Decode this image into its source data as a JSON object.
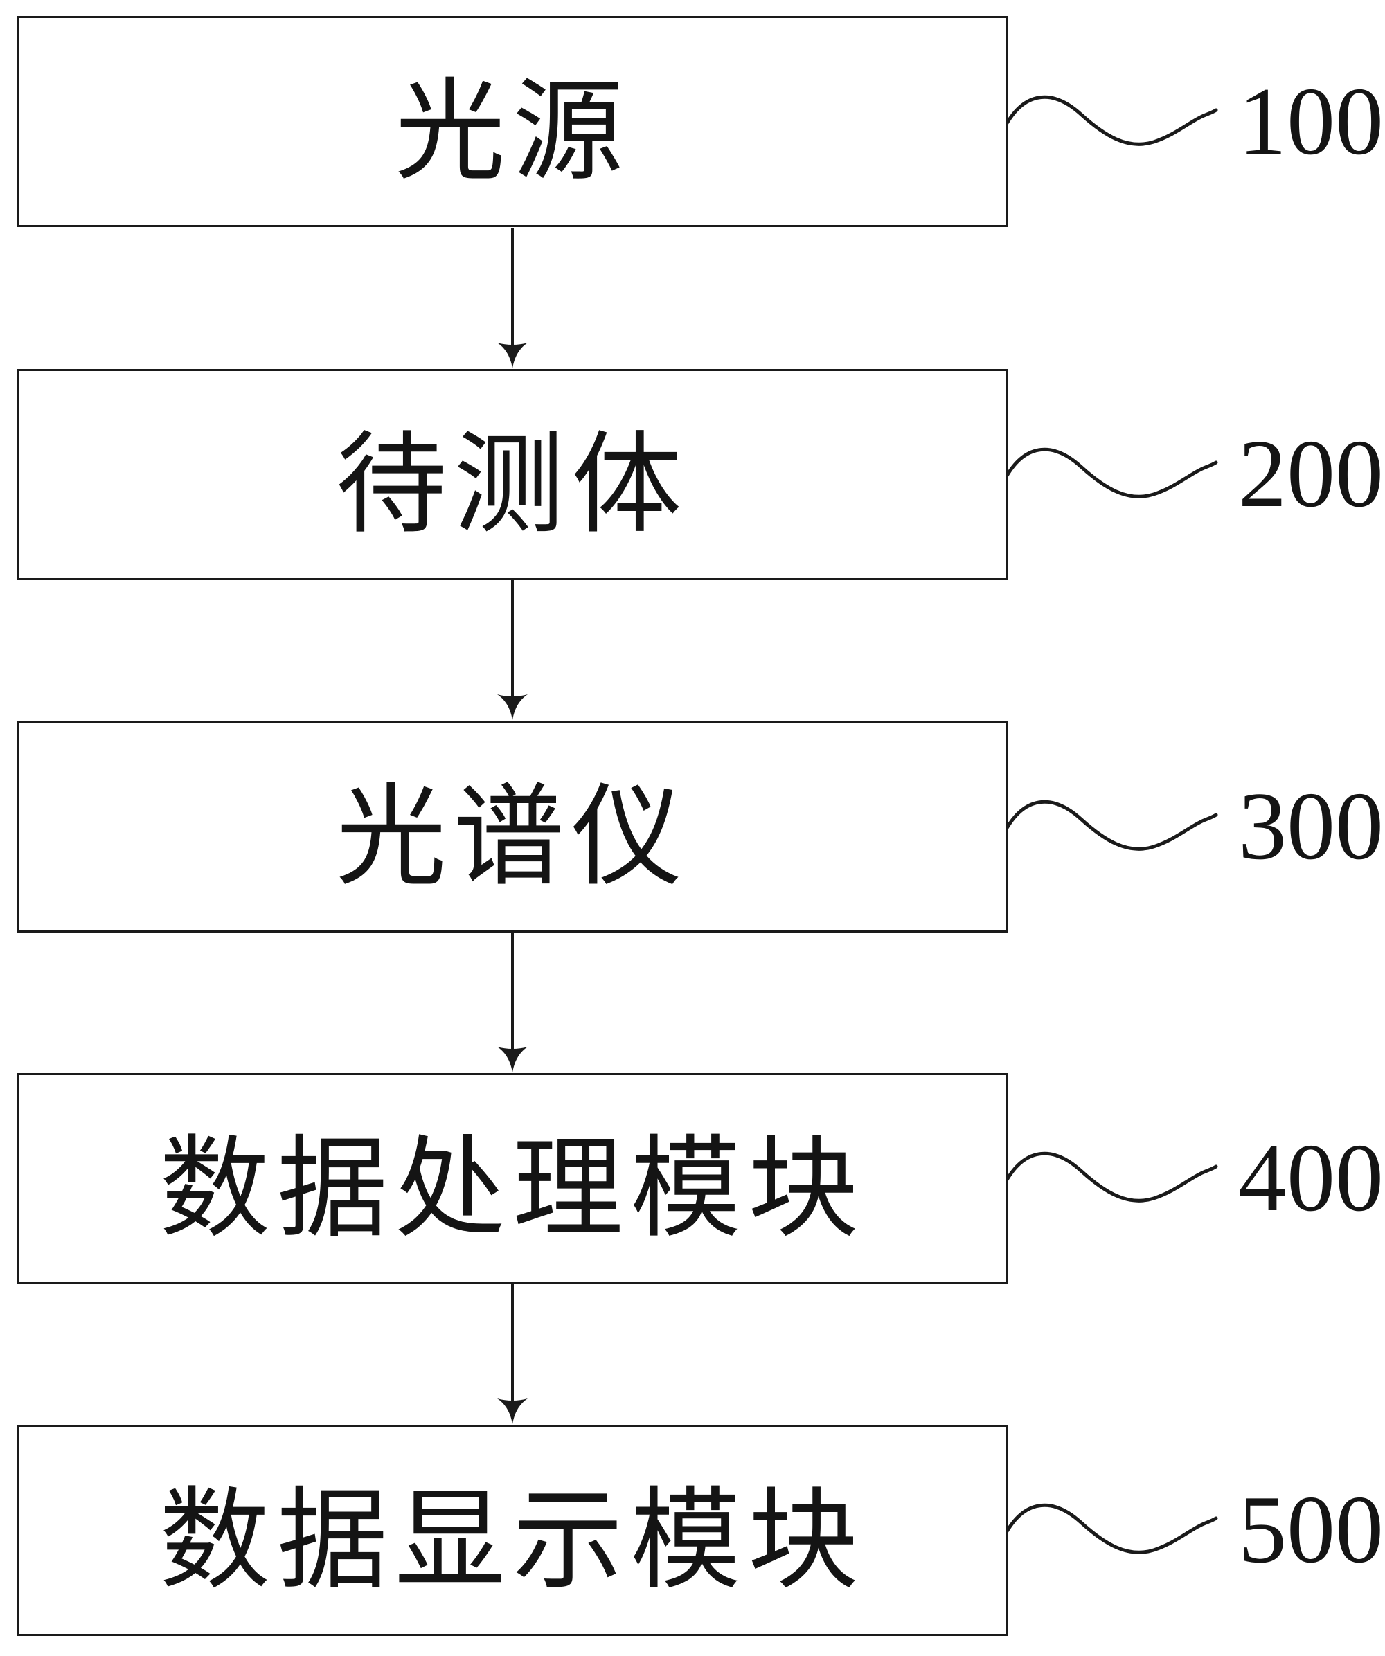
{
  "figure": {
    "type": "flowchart",
    "background_color": "#ffffff",
    "line_color": "#1a1a1a",
    "text_color": "#141414",
    "nodes": [
      {
        "label": "光源",
        "ref": "100"
      },
      {
        "label": "待测体",
        "ref": "200"
      },
      {
        "label": "光谱仪",
        "ref": "300"
      },
      {
        "label": "数据处理模块",
        "ref": "400"
      },
      {
        "label": "数据显示模块",
        "ref": "500"
      }
    ],
    "edges": [
      {
        "from": "光源",
        "to": "待测体"
      },
      {
        "from": "待测体",
        "to": "光谱仪"
      },
      {
        "from": "光谱仪",
        "to": "数据处理模块"
      },
      {
        "from": "数据处理模块",
        "to": "数据显示模块"
      }
    ]
  }
}
